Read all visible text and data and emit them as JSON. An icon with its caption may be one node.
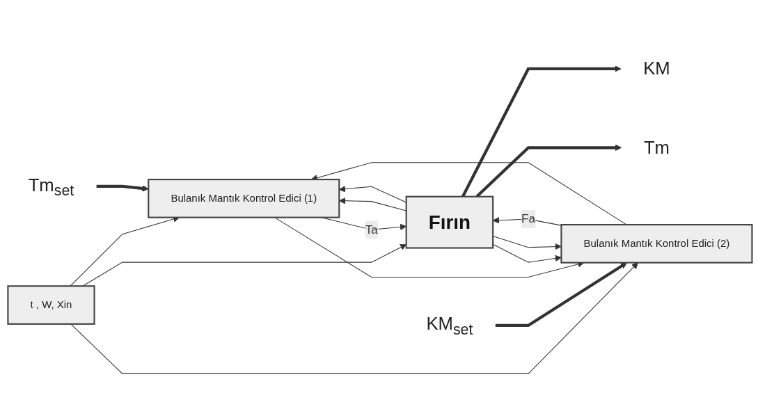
{
  "diagram": {
    "nodes": [
      {
        "text": [
          "t , W, Xin"
        ]
      },
      {
        "text": [
          "Bulanık Mantık Kontrol Edici (1)"
        ]
      },
      {
        "text": [
          "Bulanık Mantık Kontrol Edici (2)"
        ]
      },
      {
        "text": [
          "Fırın"
        ]
      },
      {
        "text": [
          "Tm$_{set}$"
        ]
      },
      {
        "text": [
          "KM$_{set}$"
        ]
      },
      {
        "text": [
          "KM"
        ]
      },
      {
        "text": [
          "Tm"
        ]
      }
    ],
    "edges": [
      {
        "from": 0,
        "to": 1,
        "arrow": "to"
      },
      {
        "from": 0,
        "to": 3,
        "arrow": "to"
      },
      {
        "from": 0,
        "to": 2,
        "arrow": "to"
      },
      {
        "from": 4,
        "to": 1,
        "arrow": "to",
        "style": "thick"
      },
      {
        "from": 5,
        "to": 2,
        "arrow": "to",
        "style": "thick"
      },
      {
        "from": 1,
        "to": 3,
        "label": "Ta",
        "arrow": "to"
      },
      {
        "from": 2,
        "to": 3,
        "label": "Fa",
        "arrow": "to"
      },
      {
        "from": 1,
        "to": 2,
        "arrow": "to"
      },
      {
        "from": 2,
        "to": 1,
        "arrow": "to"
      },
      {
        "from": 3,
        "to": 6,
        "arrow": "to",
        "style": "thick"
      },
      {
        "from": 3,
        "to": 7,
        "arrow": "to",
        "style": "thick"
      },
      {
        "from": 3,
        "to": 1,
        "arrow": "to"
      },
      {
        "from": 3,
        "to": 2,
        "arrow": "to"
      },
      {
        "from": 3,
        "to": 1,
        "arrow": "to"
      },
      {
        "from": 3,
        "to": 2,
        "arrow": "to"
      }
    ]
  }
}
